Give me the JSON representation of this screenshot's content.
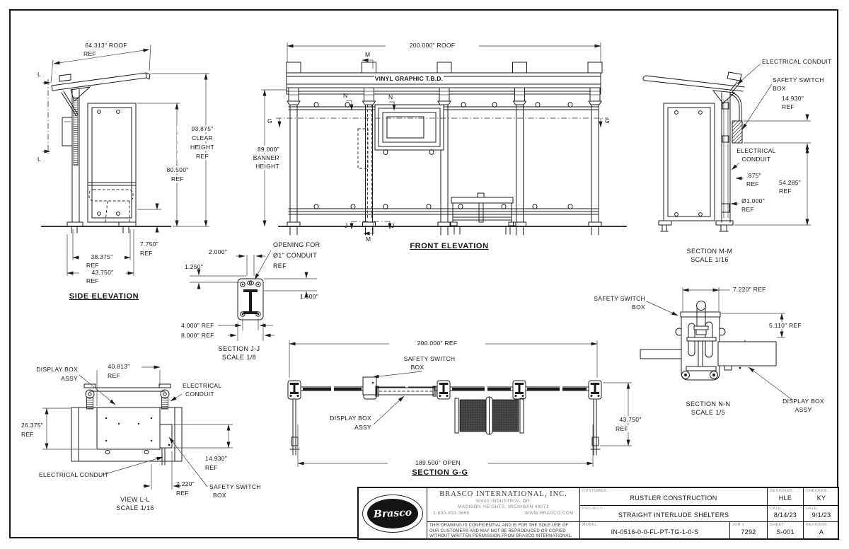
{
  "views": {
    "side": {
      "title": "SIDE ELEVATION",
      "labels": {
        "roof_dim": "64.313\" ROOF",
        "roof_dim_ref": "REF",
        "cut_top": "L",
        "cut_bottom": "L",
        "clear_1": "93.875\"",
        "clear_2": "CLEAR",
        "clear_3": "HEIGHT",
        "clear_4": "REF",
        "h805_1": "80.500\"",
        "h805_2": "REF",
        "d775_1": "7.750\"",
        "d775_2": "REF",
        "d38_1": "38.375\"",
        "d38_2": "REF",
        "d43_1": "43.750\"",
        "d43_2": "REF"
      }
    },
    "front": {
      "title": "FRONT ELEVATION",
      "banner_graphic": "VINYL GRAPHIC T.B.D.",
      "labels": {
        "roof_dim": "200.000\" ROOF",
        "m_top": "M",
        "m_bottom": "M",
        "n_left": "N",
        "n_right": "N",
        "g_left": "G",
        "g_right": "G",
        "j_left": "J",
        "j_right": "J",
        "banner_1": "89.000\"",
        "banner_2": "BANNER",
        "banner_3": "HEIGHT"
      }
    },
    "section_mm": {
      "title": "SECTION M-M",
      "scale": "SCALE 1/16",
      "labels": {
        "elec_top": "ELECTRICAL  CONDUIT",
        "ssb_1": "SAFETY SWITCH",
        "ssb_2": "BOX",
        "d1493_1": "14.930\"",
        "d1493_2": "REF",
        "elec_mid_1": "ELECTRICAL",
        "elec_mid_2": "CONDUIT",
        "d875_1": ".875\"",
        "d875_2": "REF",
        "d54_1": "54.285\"",
        "d54_2": "REF",
        "d1_1": "Ø1.000\"",
        "d1_2": "REF"
      }
    },
    "section_jj": {
      "title": "SECTION J-J",
      "scale": "SCALE 1/8",
      "labels": {
        "d2": "2.000\"",
        "opening_1": "OPENING FOR",
        "opening_2": "Ø1\" CONDUIT",
        "opening_3": "REF",
        "d125": "1.250\"",
        "d15": "1.500\"",
        "d4": "4.000\" REF",
        "d8": "8.000\" REF"
      }
    },
    "view_ll": {
      "title": "VIEW L-L",
      "scale": "SCALE 1/16",
      "labels": {
        "dba_1": "DISPLAY BOX",
        "dba_2": "ASSY",
        "d408_1": "40.813\"",
        "d408_2": "REF",
        "ec_top_1": "ELECTRICAL",
        "ec_top_2": "CONDUIT",
        "d26_1": "26.375\"",
        "d26_2": "REF",
        "d1493_1": "14.930\"",
        "d1493_2": "REF",
        "ec_bottom": "ELECTRICAL  CONDUIT",
        "d722_1": "7.220\"",
        "d722_2": "REF",
        "ssb_1": "SAFETY SWITCH",
        "ssb_2": "BOX"
      }
    },
    "section_gg": {
      "title": "SECTION G-G",
      "labels": {
        "d200": "200.000\" REF",
        "ssb_1": "SAFETY SWITCH",
        "ssb_2": "BOX",
        "dba_1": "DISPLAY BOX",
        "dba_2": "ASSY",
        "d4375_1": "43.750\"",
        "d4375_2": "REF",
        "d1895": "189.500\" OPEN"
      }
    },
    "section_nn": {
      "title": "SECTION N-N",
      "scale": "SCALE 1/5",
      "labels": {
        "d722": "7.220\" REF",
        "ssb_1": "SAFETY SWITCH",
        "ssb_2": "BOX",
        "d511": "5.110\" REF",
        "dba_1": "DISPLAY BOX",
        "dba_2": "ASSY"
      }
    }
  },
  "title_block": {
    "logo_text": "Brasco",
    "company_name": "BRASCO  INTERNATIONAL,  INC.",
    "address_1": "32400  INDUSTRIAL  DR.",
    "address_2": "MADISON  HEIGHTS,  MICHIGAN  48071",
    "phone": "1-800-893-3665",
    "website": "WWW.BRASCO.COM",
    "disclaimer_1": "THIS DRAWING IS CONFIDENTIAL AND IS FOR THE SOLE USE OF",
    "disclaimer_2": "OUR CUSTOMERS AND MAY NOT BE REPRODUCED OR COPIED",
    "disclaimer_3": "WITHOUT WRITTEN PERMISSION FROM BRASCO INTERNATIONAL.",
    "customer_label": "CUSTOMER:",
    "customer": "RUSTLER CONSTRUCTION",
    "project_label": "PROJECT:",
    "project": "STRAIGHT INTERLUDE SHELTERS",
    "model_label": "MODEL:",
    "model": "IN-0516-0-0-FL-PT-TG-1-0-S",
    "job_label": "JOB  #",
    "job": "7292",
    "designer_label": "DESIGNER:",
    "designer": "HLE",
    "checker_label": "CHECKER:",
    "checker": "KY",
    "date_label_1": "DATE:",
    "date_1": "8/14/23",
    "date_label_2": "DATE:",
    "date_2": "9/1/23",
    "sheet_label": "SHEET:",
    "sheet": "S-001",
    "revision_label": "REVISION:",
    "revision": "A"
  }
}
